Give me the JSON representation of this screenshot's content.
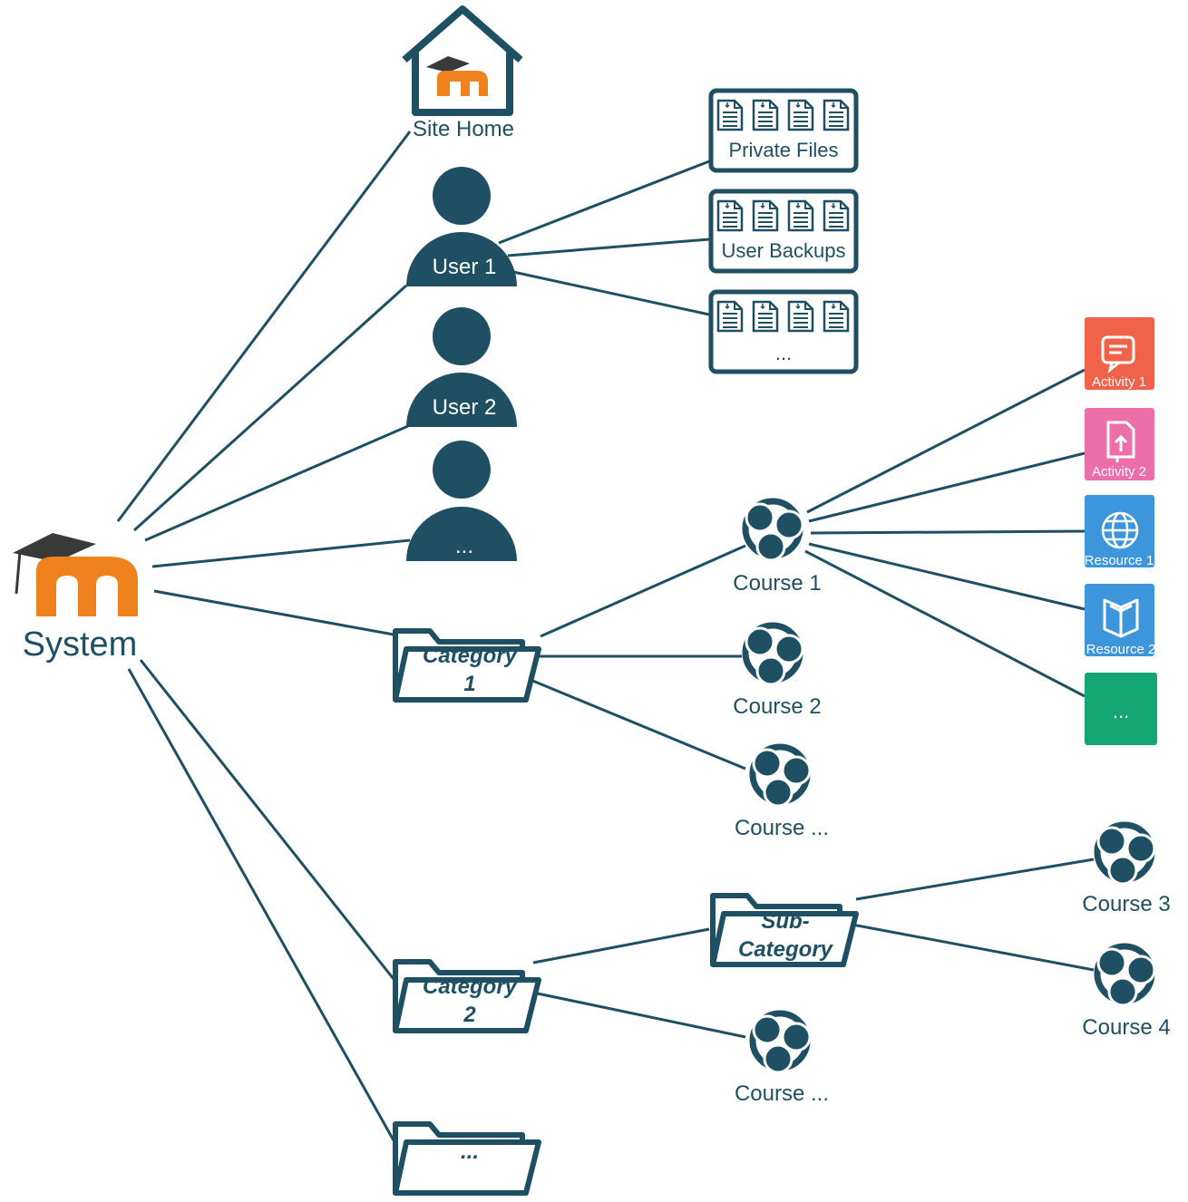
{
  "colors": {
    "primary": "#1e4f63",
    "moodle_orange": "#f0821e",
    "cap_dark": "#3a3a3a",
    "activity1": "#f0634a",
    "activity2": "#ec6fa9",
    "resource": "#3d96dc",
    "more_green": "#14a673"
  },
  "system": {
    "label": "System",
    "icon": "moodle-logo"
  },
  "site_home": {
    "label": "Site Home",
    "icon": "house-moodle-icon"
  },
  "users": [
    {
      "label": "User 1"
    },
    {
      "label": "User 2"
    },
    {
      "label": "..."
    }
  ],
  "file_areas": [
    {
      "label": "Private Files"
    },
    {
      "label": "User Backups"
    },
    {
      "label": "..."
    }
  ],
  "categories": [
    {
      "line1": "Category",
      "line2": "1"
    },
    {
      "line1": "Category",
      "line2": "2"
    },
    {
      "line1": "...",
      "line2": ""
    }
  ],
  "subcategory": {
    "line1": "Sub-",
    "line2": "Category"
  },
  "courses": {
    "c1": "Course 1",
    "c2": "Course 2",
    "c_more_1": "Course ...",
    "c3": "Course 3",
    "c4": "Course 4",
    "c_more_2": "Course ..."
  },
  "modules": [
    {
      "label": "Activity 1",
      "icon": "chat-bubble-icon"
    },
    {
      "label": "Activity 2",
      "icon": "file-upload-icon"
    },
    {
      "label": "Resource 1",
      "icon": "globe-icon"
    },
    {
      "label": "Resource 2",
      "icon": "book-icon"
    },
    {
      "label": "...",
      "icon": ""
    }
  ]
}
